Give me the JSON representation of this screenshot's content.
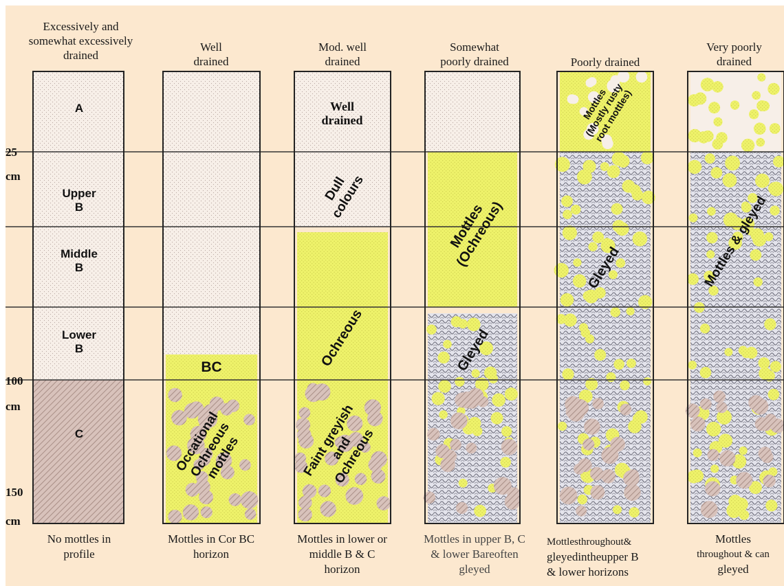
{
  "depth_labels": {
    "d25": "25",
    "cm1": "cm",
    "d100": "100",
    "cm2": "cm",
    "d150": "150",
    "cm3": "cm"
  },
  "columns": [
    {
      "header": [
        "Excessively and",
        "somewhat excessively",
        "drained"
      ],
      "footer": [
        "No mottles   in",
        "profile"
      ],
      "labels": {
        "a": "A",
        "ub": [
          "Upper",
          "B"
        ],
        "mb": [
          "Middle",
          "B"
        ],
        "lb": [
          "Lower",
          "B"
        ],
        "c": "C"
      }
    },
    {
      "header": [
        "Well",
        "drained"
      ],
      "footer": [
        "Mottles in Cor BC",
        "horizon"
      ],
      "labels": {
        "bc": "BC",
        "mottles": [
          "Occational",
          "Ochreous",
          "mottles"
        ]
      }
    },
    {
      "header": [
        "Mod. well",
        "drained"
      ],
      "footer": [
        "Mottles in lower or",
        "middle B & C",
        "horizon"
      ],
      "labels": {
        "well": [
          "Well",
          "drained"
        ],
        "dull": [
          "Dull",
          "colours"
        ],
        "ochreous": "Ochreous",
        "faint": [
          "Faint greyish",
          "and",
          "Ochreous"
        ]
      }
    },
    {
      "header": [
        "Somewhat",
        "poorly drained"
      ],
      "footer": [
        "Mottles in upper B, C",
        "& lower Bareoften",
        "gleyed"
      ],
      "labels": {
        "mottles": [
          "Mottles",
          "(Ochreous)"
        ],
        "gleyed": "Gleyed"
      }
    },
    {
      "header": [
        "Poorly drained"
      ],
      "footer": [
        "Mottlesthroughout&",
        "gleyedintheupper B",
        "& lower horizons"
      ],
      "labels": {
        "rusty": [
          "Mottles",
          "(Mostly rusty",
          "root mottles)"
        ],
        "gleyed": "Gleyed"
      }
    },
    {
      "header": [
        "Very poorly",
        "drained"
      ],
      "footer": [
        "Mottles",
        "throughout & can",
        "gleyed"
      ],
      "labels": {
        "mg": "Mottles & gleyed"
      }
    }
  ]
}
